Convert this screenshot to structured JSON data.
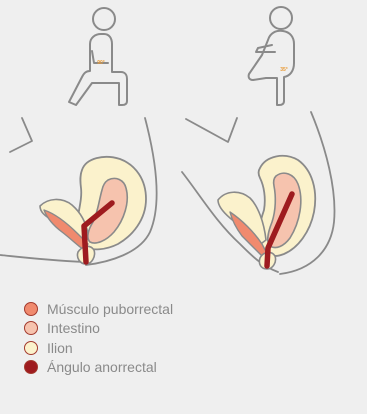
{
  "figures": [
    {
      "id": "seated",
      "angle_label": "90°"
    },
    {
      "id": "squatting",
      "angle_label": "35°"
    }
  ],
  "legend": {
    "items": [
      {
        "key": "puborectalis",
        "label": "Músculo puborrectal",
        "color": "#f08a6e"
      },
      {
        "key": "intestine",
        "label": "Intestino",
        "color": "#f6c3ae"
      },
      {
        "key": "ileum",
        "label": "Ilion",
        "color": "#fbf2cc"
      },
      {
        "key": "anorectal-angle",
        "label": "Ángulo anorrectal",
        "color": "#9e1b1f"
      }
    ]
  },
  "colors": {
    "outline": "#8a8a8a",
    "background": "#efefef",
    "angle_text": "#e99a35",
    "muscle": "#f08a6e",
    "intestine": "#f6c3ae",
    "ileum": "#fbf2cc",
    "canal": "#9e1b1f"
  }
}
